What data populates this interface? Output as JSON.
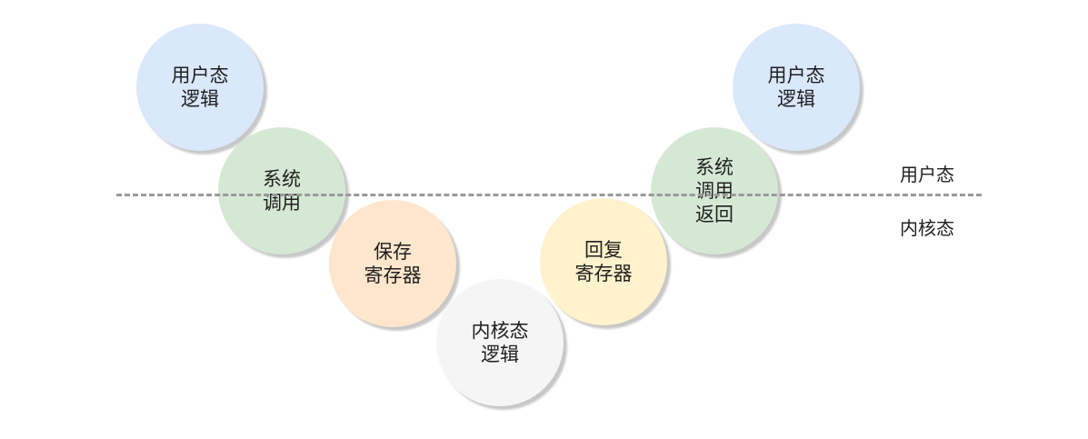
{
  "nodes": [
    {
      "id": "user-logic-left",
      "lines": [
        "用户态",
        "逻辑"
      ],
      "color": "#dae8fc"
    },
    {
      "id": "syscall",
      "lines": [
        "系统",
        "调用"
      ],
      "color": "#d5e8d4"
    },
    {
      "id": "save-registers",
      "lines": [
        "保存",
        "寄存器"
      ],
      "color": "#ffe6cc"
    },
    {
      "id": "kernel-logic",
      "lines": [
        "内核态",
        "逻辑"
      ],
      "color": "#f5f5f5"
    },
    {
      "id": "restore-registers",
      "lines": [
        "回复",
        "寄存器"
      ],
      "color": "#fff2cc"
    },
    {
      "id": "syscall-return",
      "lines": [
        "系统",
        "调用",
        "返回"
      ],
      "color": "#d5e8d4"
    },
    {
      "id": "user-logic-right",
      "lines": [
        "用户态",
        "逻辑"
      ],
      "color": "#dae8fc"
    }
  ],
  "labels": {
    "user_mode": "用户态",
    "kernel_mode": "内核态"
  },
  "boundary_color": "#9a9a9a"
}
